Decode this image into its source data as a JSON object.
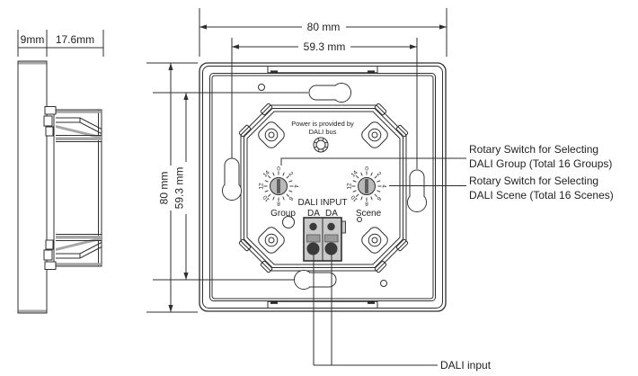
{
  "side_view": {
    "thickness_label": "9mm",
    "depth_label": "17.6mm"
  },
  "dimensions": {
    "width_outer": "80 mm",
    "width_inner": "59.3 mm",
    "height_outer": "80 mm",
    "height_inner": "59.3 mm"
  },
  "panel": {
    "power_note_line1": "Power is provided by",
    "power_note_line2": "DALI bus",
    "dali_input_title": "DALI INPUT",
    "terminal_a": "DA",
    "terminal_b": "DA",
    "group_label": "Group",
    "scene_label": "Scene"
  },
  "dials": {
    "positions": [
      "0",
      "2",
      "4",
      "6",
      "8",
      "10",
      "12",
      "14"
    ]
  },
  "annotations": {
    "group_line1": "Rotary Switch for Selecting",
    "group_line2": "DALI Group  (Total 16 Groups)",
    "scene_line1": "Rotary Switch for Selecting",
    "scene_line2": "DALI Scene (Total 16 Scenes)",
    "dali_input": "DALI input"
  },
  "colors": {
    "line": "#2f2f2f",
    "metal_gray": "#a6a6a6",
    "knob_gray": "#b9b9b9",
    "terminal_block_gray": "#c9c9c9",
    "terminal_dark": "#3a3a3a"
  }
}
